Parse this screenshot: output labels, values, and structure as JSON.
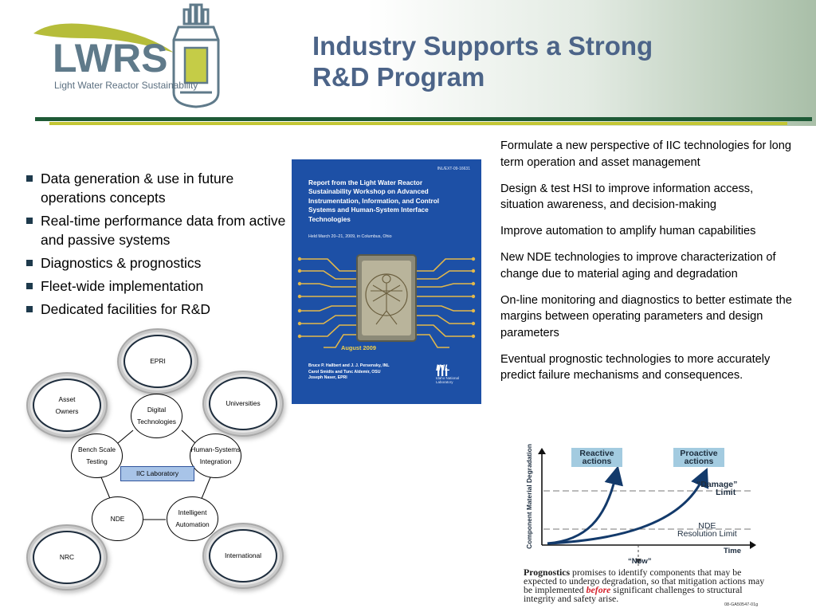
{
  "header": {
    "logo_text": "LWRS",
    "logo_tagline": "Light Water Reactor Sustainability",
    "title_line1": "Industry Supports a Strong",
    "title_line2": "R&D Program"
  },
  "bullets": [
    "Data generation & use in future operations concepts",
    "Real-time performance data from active and passive systems",
    "Diagnostics & prognostics",
    "Fleet-wide implementation",
    "Dedicated facilities for R&D"
  ],
  "report_cover": {
    "doc_id": "INL/EXT-09-16631",
    "title": "Report from the Light Water Reactor Sustainability Workshop on Advanced Instrumentation, Information, and Control Systems and Human-System Interface Technologies",
    "held": "Held March 20–21, 2009, in Columbus, Ohio",
    "date": "August 2009",
    "authors": [
      "Bruce P. Hallbert and J. J. Persensky, INL",
      "Carol Smidts and Tunc Aldemir, OSU",
      "Joseph Naser, EPRI"
    ],
    "lab_name": "INL",
    "lab_sub": "Idaho National Laboratory"
  },
  "right_paragraphs": [
    "Formulate a new perspective of IIC technologies for long term operation and asset management",
    "Design & test HSI to improve information access, situation awareness, and decision-making",
    "Improve automation to amplify human capabilities",
    "New NDE technologies to improve characterization of change due to material aging and degradation",
    "On-line monitoring and diagnostics to better estimate the margins between operating parameters and design parameters",
    "Eventual prognostic technologies to more accurately predict failure mechanisms and consequences."
  ],
  "network": {
    "outer": {
      "epri": "EPRI",
      "universities": "Universities",
      "asset_owners_1": "Asset",
      "asset_owners_2": "Owners",
      "nrc": "NRC",
      "international": "International"
    },
    "inner": {
      "digital_1": "Digital",
      "digital_2": "Technologies",
      "bench_1": "Bench Scale",
      "bench_2": "Testing",
      "hsi_1": "Human-Systems",
      "hsi_2": "Integration",
      "nde": "NDE",
      "auto_1": "Intelligent",
      "auto_2": "Automation"
    },
    "center": "IIC Laboratory",
    "colors": {
      "center_fill": "#a8c4e8",
      "center_border": "#30549c"
    }
  },
  "degradation_chart": {
    "reactive_1": "Reactive",
    "reactive_2": "actions",
    "proactive_1": "Proactive",
    "proactive_2": "actions",
    "damage_1": "“Damage”",
    "damage_2": "Limit",
    "nde_1": "NDE",
    "nde_2": "Resolution Limit",
    "y_label": "Component Material Degradation",
    "x_label": "Time",
    "now_label": "“Now”",
    "caption_bold": "Prognostics",
    "caption_1": " promises to identify components that may be expected to undergo degradation, so that mitigation actions may be implemented ",
    "caption_before": "before",
    "caption_2": " significant challenges to structural integrity and safety arise.",
    "code": "08-GA50547-01g",
    "colors": {
      "curves": "#133a6b",
      "action_box": "#a3cbe0",
      "highlight": "#d4202a"
    }
  },
  "colors": {
    "title": "#4c6488",
    "rule_dark": "#1e5a36",
    "rule_light": "#c3c634",
    "cover_bg": "#1d50a6"
  }
}
